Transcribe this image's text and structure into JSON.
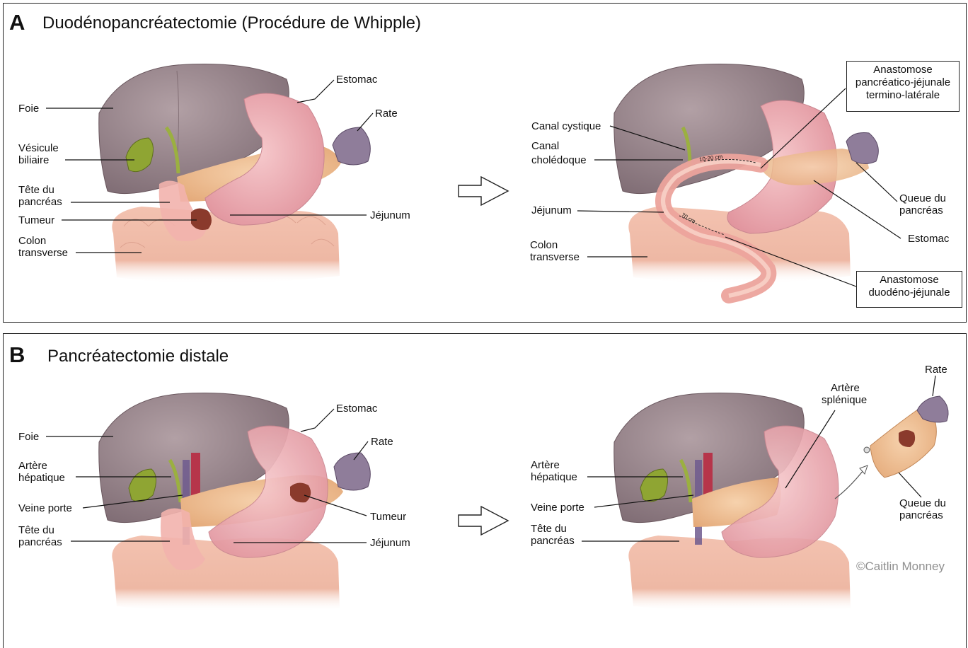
{
  "panel_a": {
    "letter": "A",
    "title": "Duodénopancréatectomie (Procédure de Whipple)",
    "left_labels": {
      "foie": "Foie",
      "vesicule_1": "Vésicule",
      "vesicule_2": "biliaire",
      "tete_1": "Tête du",
      "tete_2": "pancréas",
      "tumeur": "Tumeur",
      "colon_1": "Colon",
      "colon_2": "transverse",
      "estomac": "Estomac",
      "rate": "Rate",
      "jejunum": "Jéjunum"
    },
    "right_labels": {
      "canal_cystique": "Canal cystique",
      "canal_choledoque_1": "Canal",
      "canal_choledoque_2": "cholédoque",
      "jejunum": "Jéjunum",
      "colon_1": "Colon",
      "colon_2": "transverse",
      "queue_1": "Queue du",
      "queue_2": "pancréas",
      "estomac": "Estomac",
      "dist_1": "10-20 cm",
      "dist_2": "70 cm"
    },
    "box_pj": [
      "Anastomose",
      "pancréatico-jéjunale",
      "termino-latérale"
    ],
    "box_dj": [
      "Anastomose",
      "duodéno-jéjunale"
    ]
  },
  "panel_b": {
    "letter": "B",
    "title": "Pancréatectomie distale",
    "left_labels": {
      "foie": "Foie",
      "artere_1": "Artère",
      "artere_2": "hépatique",
      "veine": "Veine porte",
      "tete_1": "Tête du",
      "tete_2": "pancréas",
      "estomac": "Estomac",
      "rate": "Rate",
      "tumeur": "Tumeur",
      "jejunum": "Jéjunum"
    },
    "right_labels": {
      "artere_1": "Artère",
      "artere_2": "hépatique",
      "veine": "Veine porte",
      "tete_1": "Tête du",
      "tete_2": "pancréas",
      "spl_1": "Artère",
      "spl_2": "splénique",
      "rate": "Rate",
      "queue_1": "Queue du",
      "queue_2": "pancréas"
    },
    "credit": "©Caitlin Monney"
  },
  "colors": {
    "liver": "#8e7b80",
    "stomach": "#e7a7ad",
    "pancreas": "#eec095",
    "colon": "#efb9a6",
    "gallbladder": "#8fa533",
    "spleen": "#8f7d9a",
    "tumor": "#8a3a2c",
    "vessel_red": "#b6354a",
    "vein_purple": "#6f5a8e"
  }
}
